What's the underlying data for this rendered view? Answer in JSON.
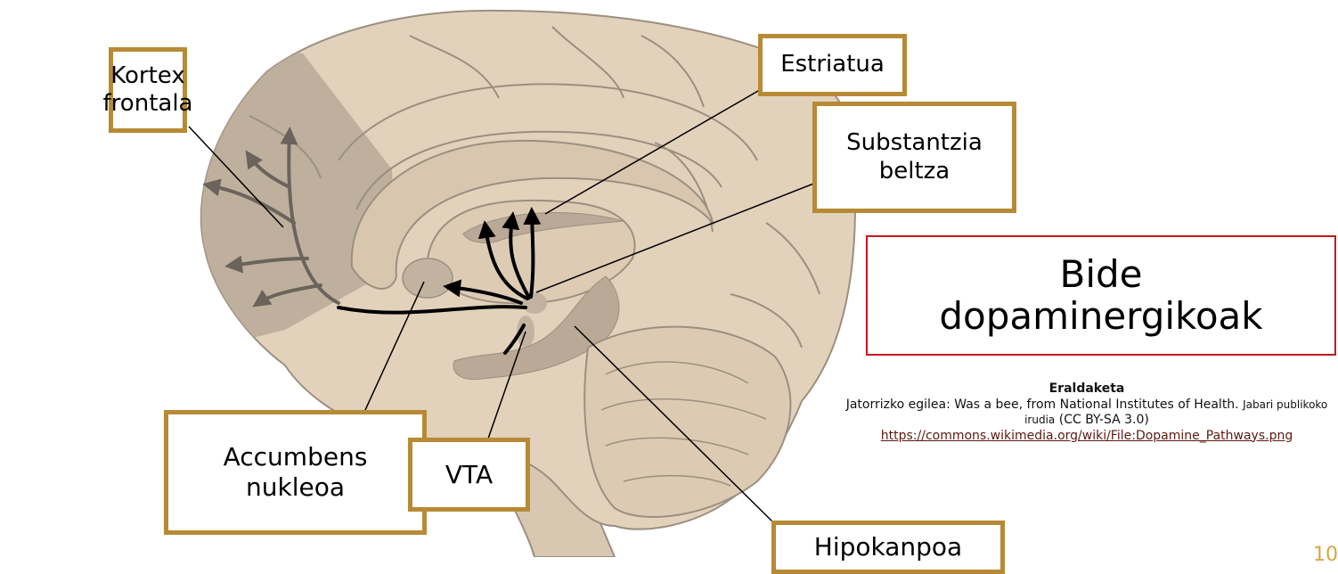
{
  "labels": {
    "kortex": "Kortex\nfrontala",
    "estriatua": "Estriatua",
    "substantzia": "Substantzia\nbeltza",
    "accumbens": "Accumbens\nnukleoa",
    "vta": "VTA",
    "hipokanpoa": "Hipokanpoa"
  },
  "title": {
    "line1": "Bide",
    "line2": "dopaminergikoak"
  },
  "credit": {
    "heading": "Eraldaketa",
    "author_line": "Jatorrizko egilea: Was a bee, from  National Institutes of Health.",
    "license_small": "Jabari publikoko irudia",
    "license": "(CC BY-SA 3.0)",
    "url": "https://commons.wikimedia.org/wiki/File:Dopamine_Pathways.png"
  },
  "page_number": "10",
  "colors": {
    "label_border": "#b78a35",
    "title_border": "#c2191e",
    "brain_fill": "#e2d2bc",
    "brain_outline": "#9c8f80",
    "frontal_region": "#b8aa98",
    "structure_fill": "#c2b3a1",
    "pathway": "#000000",
    "frontal_pathway": "#6b645c",
    "link": "#5a1a10",
    "page_number": "#d9a545"
  }
}
